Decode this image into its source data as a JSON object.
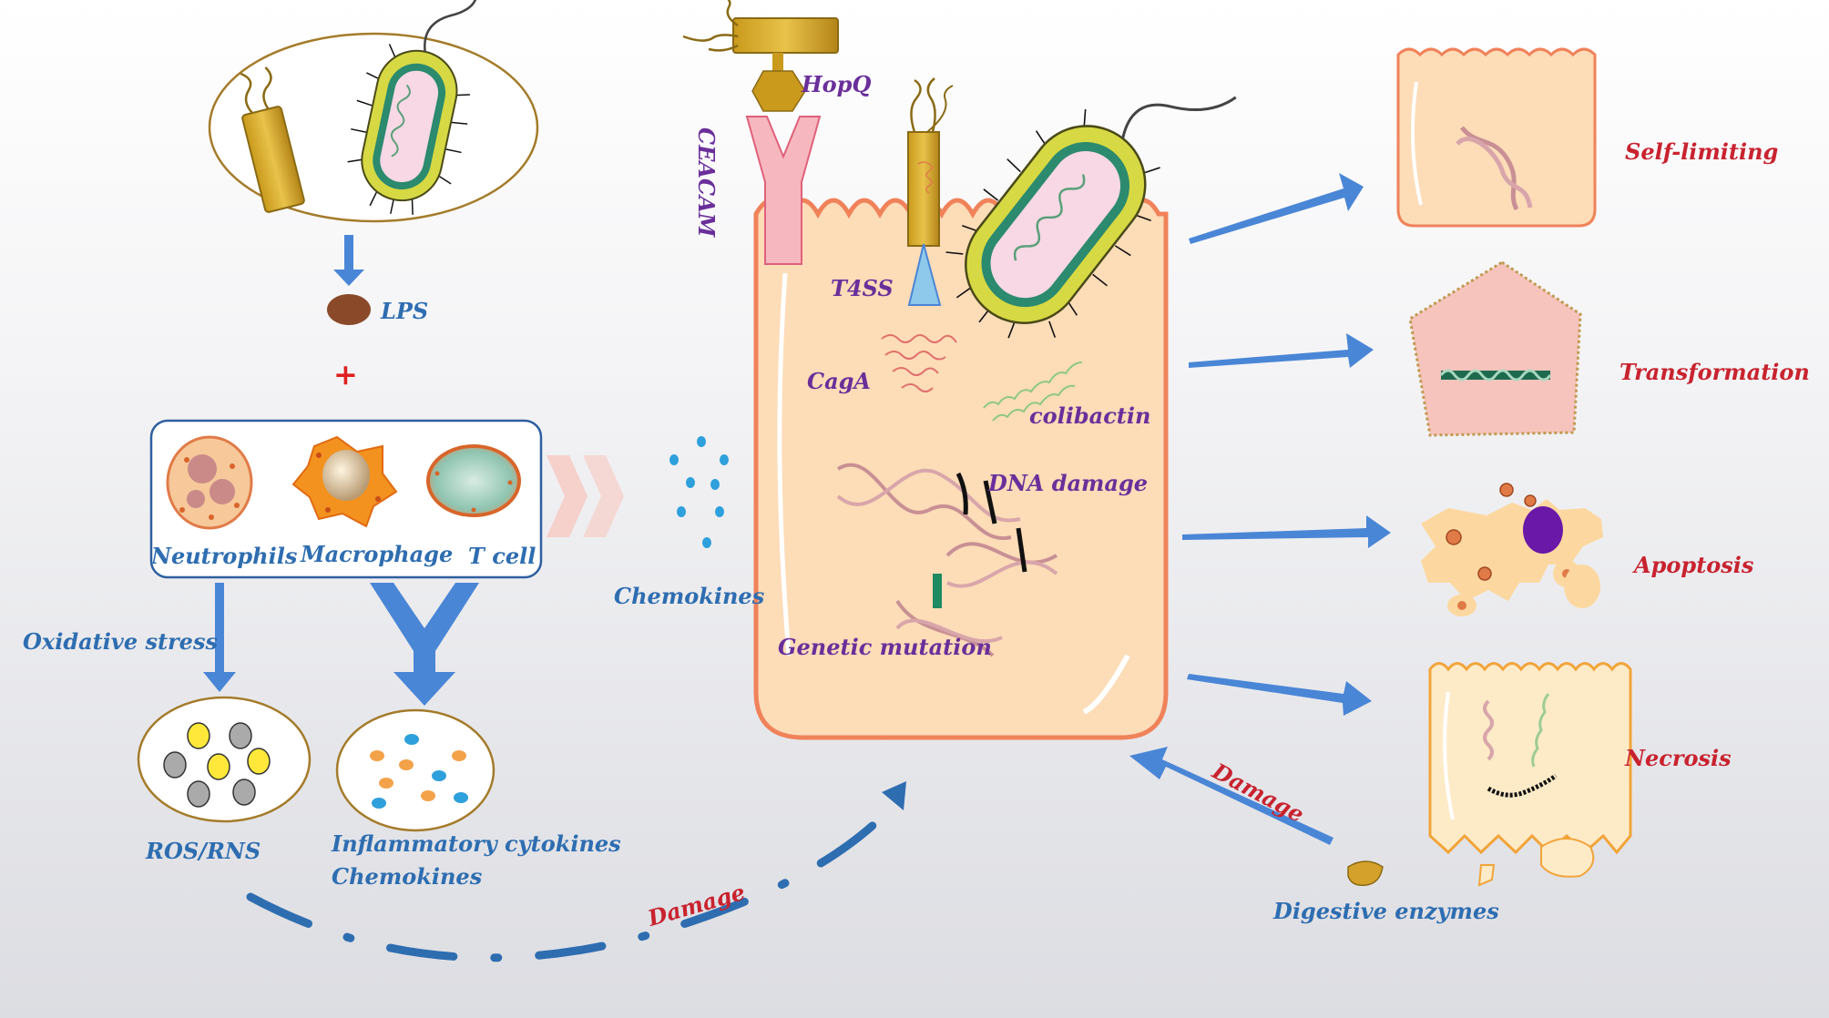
{
  "labels": {
    "lps": "LPS",
    "plus": "+",
    "neutrophils": "Neutrophils",
    "macrophage": "Macrophage",
    "t_cell": "T cell",
    "oxidative_stress": "Oxidative stress",
    "ros_rns": "ROS/RNS",
    "inflammatory_cytokines": "Inflammatory cytokines",
    "chemokines_lower": "Chemokines",
    "chemokines_mid": "Chemokines",
    "damage_bottom": "Damage",
    "hopq": "HopQ",
    "ceacam": "CEACAM",
    "t4ss": "T4SS",
    "caga": "CagA",
    "colibactin": "colibactin",
    "dna_damage": "DNA damage",
    "genetic_mutation": "Genetic mutation",
    "self_limiting": "Self-limiting",
    "transformation": "Transformation",
    "apoptosis": "Apoptosis",
    "necrosis": "Necrosis",
    "damage_right": "Damage",
    "digestive_enzymes": "Digestive enzymes"
  },
  "colors": {
    "text_blue": "#2e6db0",
    "text_purple": "#6a2f9a",
    "text_red": "#c8232f",
    "arrow_blue": "#4a86d6",
    "cell_fill": "#fddcb8",
    "cell_border": "#f0825a"
  }
}
